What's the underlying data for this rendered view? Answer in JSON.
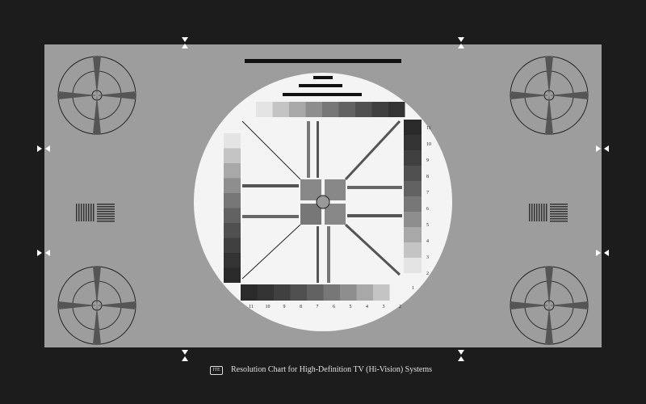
{
  "caption": "Resolution Chart for High-Definition TV (Hi-Vision) Systems",
  "logo_text": "ITE",
  "colors": {
    "background": "#1c1c1c",
    "panel": "#9d9d9d",
    "circle": "#f4f4f4"
  },
  "gray_scale_labels": [
    "11",
    "10",
    "9",
    "8",
    "7",
    "6",
    "5",
    "4",
    "3",
    "2"
  ],
  "extra_label": "1"
}
